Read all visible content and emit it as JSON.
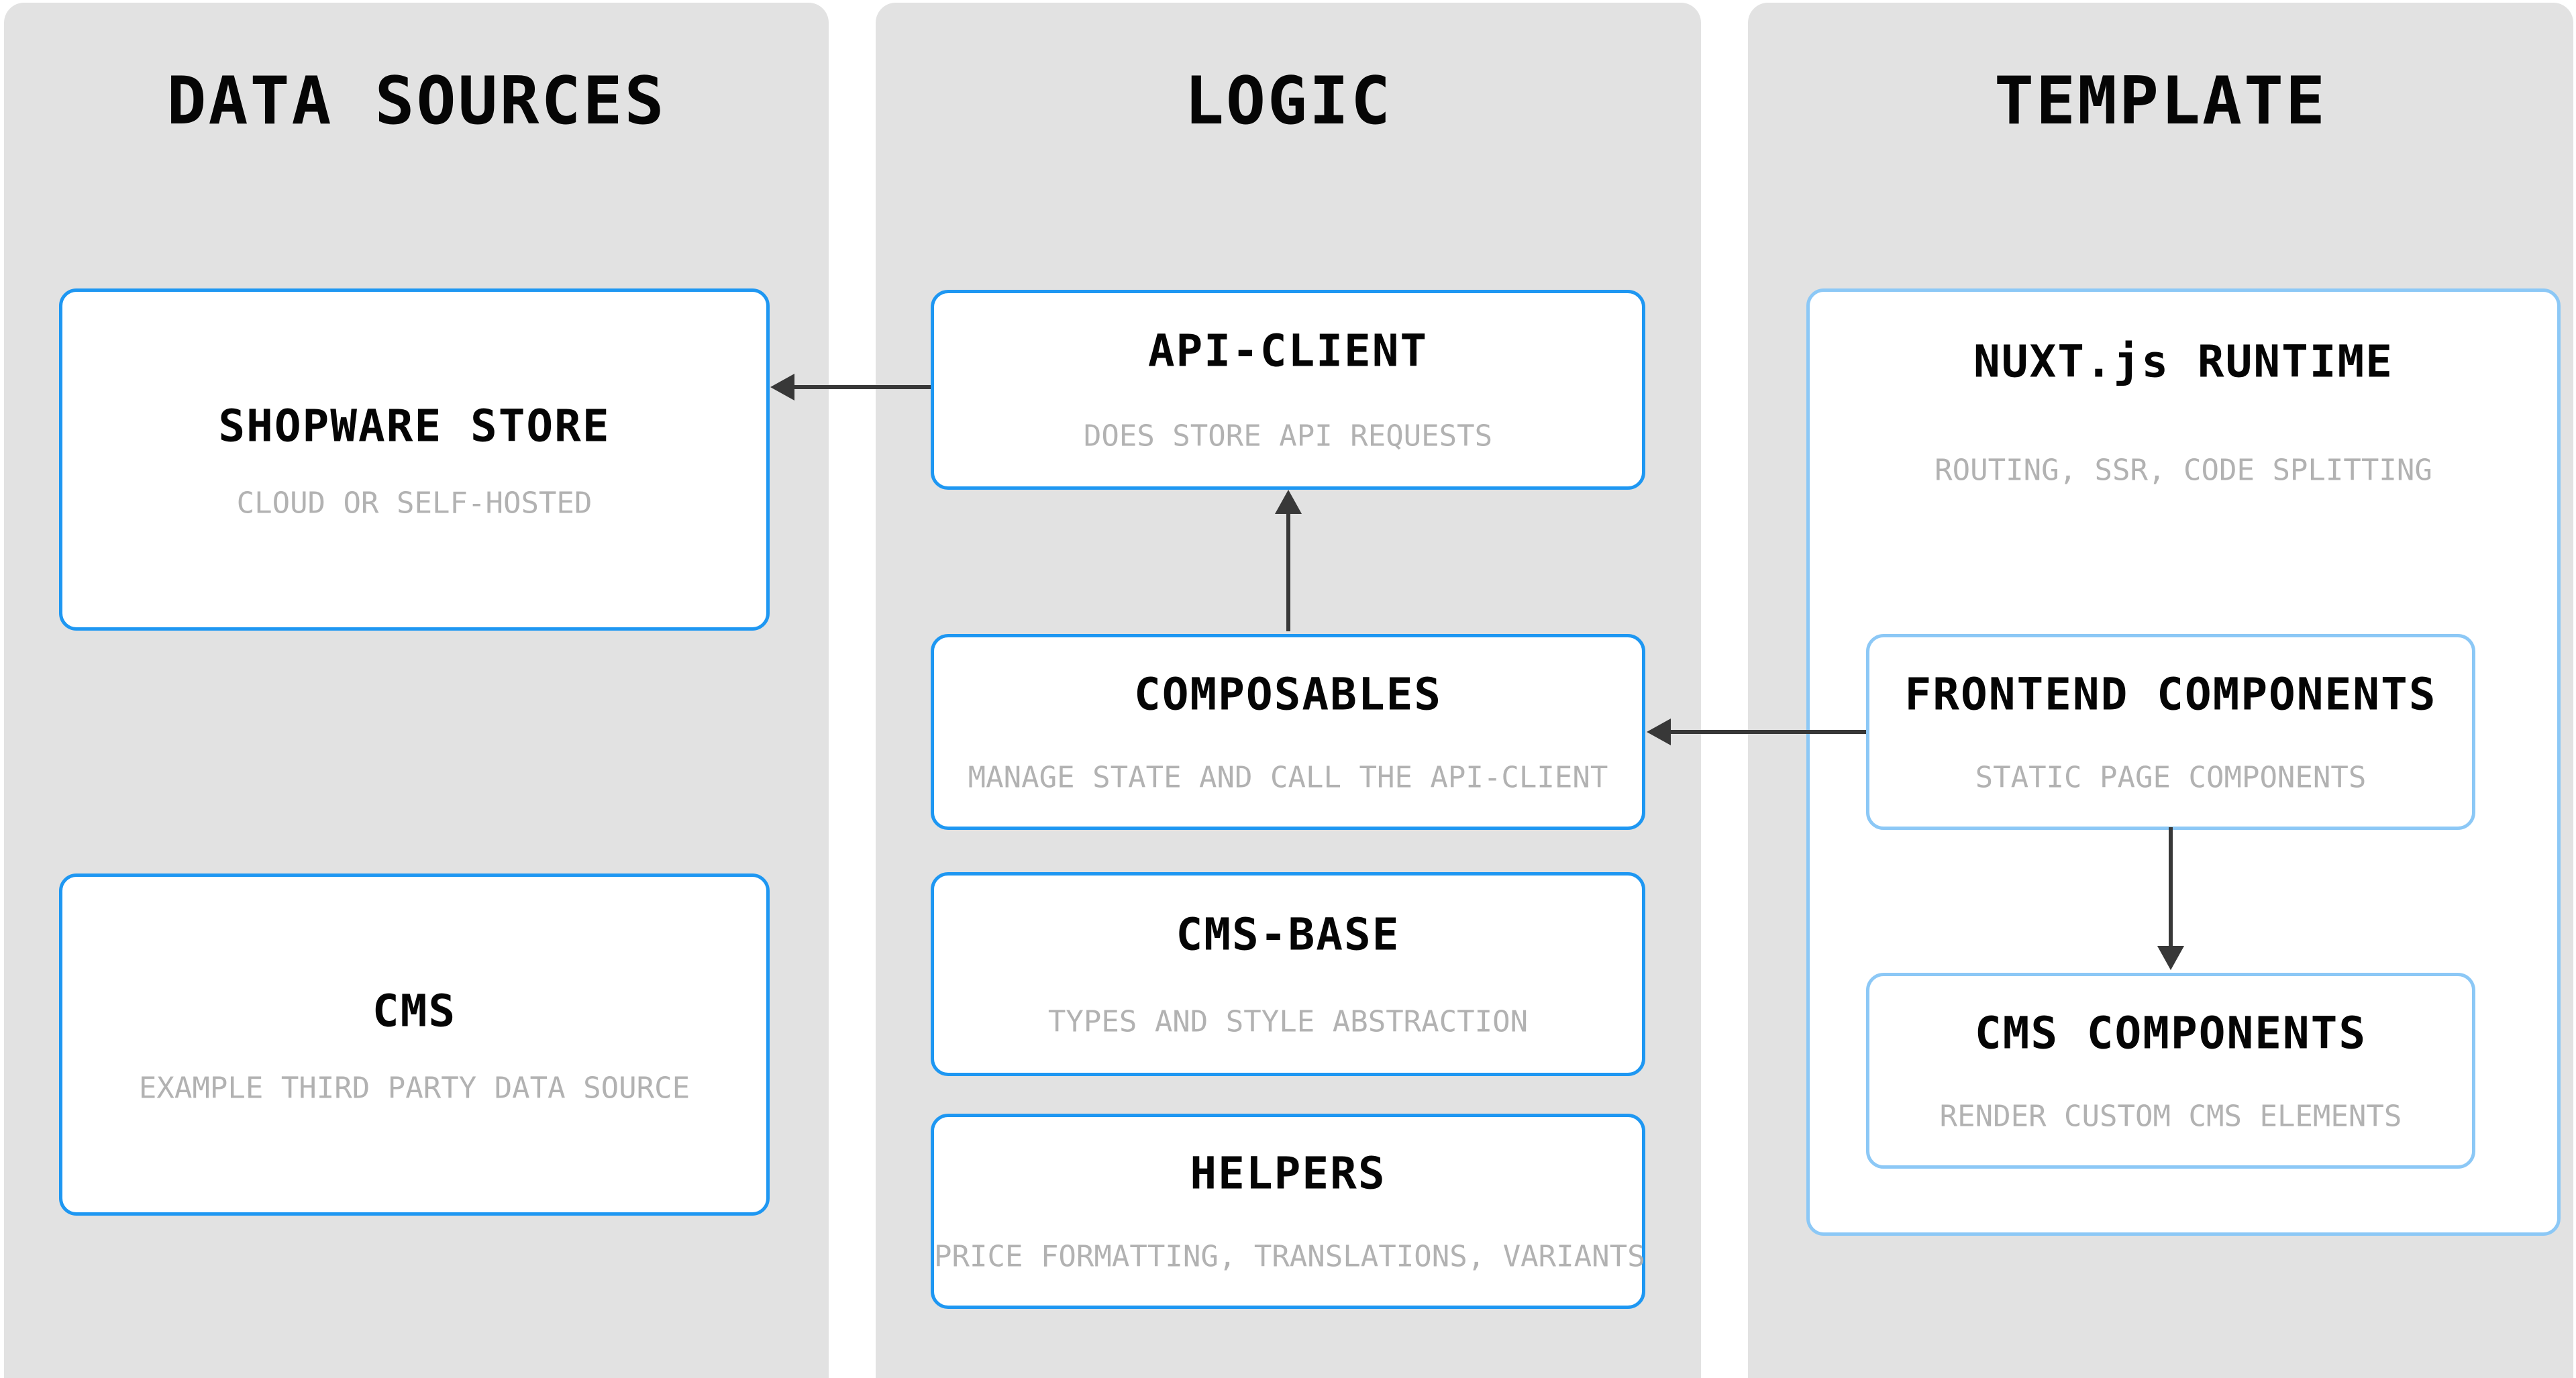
{
  "diagram": {
    "type": "architecture-diagram",
    "columns": [
      {
        "heading": "DATA SOURCES",
        "boxes": [
          {
            "id": "shopware-store",
            "title": "SHOPWARE STORE",
            "subtitle": "CLOUD OR SELF-HOSTED"
          },
          {
            "id": "cms",
            "title": "CMS",
            "subtitle": "EXAMPLE THIRD PARTY DATA SOURCE"
          }
        ]
      },
      {
        "heading": "LOGIC",
        "boxes": [
          {
            "id": "api-client",
            "title": "API-CLIENT",
            "subtitle": "DOES STORE API REQUESTS"
          },
          {
            "id": "composables",
            "title": "COMPOSABLES",
            "subtitle": "MANAGE STATE AND CALL THE API-CLIENT"
          },
          {
            "id": "cms-base",
            "title": "CMS-BASE",
            "subtitle": "TYPES AND STYLE ABSTRACTION"
          },
          {
            "id": "helpers",
            "title": "HELPERS",
            "subtitle": "PRICE FORMATTING, TRANSLATIONS, VARIANTS"
          }
        ]
      },
      {
        "heading": "TEMPLATE",
        "boxes": [
          {
            "id": "nuxt-runtime",
            "title": "NUXT.js RUNTIME",
            "subtitle": "ROUTING, SSR, CODE SPLITTING"
          },
          {
            "id": "frontend-components",
            "title": "FRONTEND COMPONENTS",
            "subtitle": "STATIC PAGE COMPONENTS"
          },
          {
            "id": "cms-components",
            "title": "CMS COMPONENTS",
            "subtitle": "RENDER CUSTOM CMS ELEMENTS"
          }
        ]
      }
    ],
    "arrows": [
      {
        "from": "api-client",
        "to": "shopware-store",
        "direction": "left"
      },
      {
        "from": "composables",
        "to": "api-client",
        "direction": "up"
      },
      {
        "from": "frontend-components",
        "to": "composables",
        "direction": "left"
      },
      {
        "from": "frontend-components",
        "to": "cms-components",
        "direction": "down"
      }
    ],
    "colors": {
      "panel_background": "#e2e2e2",
      "box_background": "#ffffff",
      "box_border_primary": "#1e97f2",
      "box_border_light": "#8cc8f6",
      "title_text": "#050505",
      "subtitle_text": "#b2b2b2",
      "arrow": "#383838",
      "page_background": "#ffffff"
    }
  }
}
